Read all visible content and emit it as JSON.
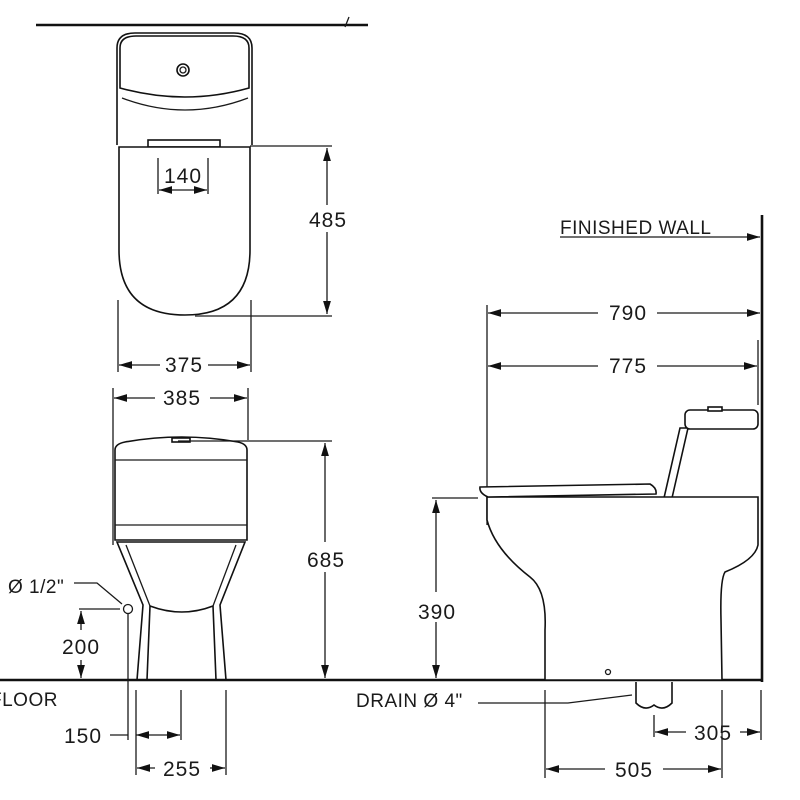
{
  "title": "Toilet dimension drawing",
  "top_view": {
    "seat_hinge_width": "140",
    "seat_depth": "485",
    "width": "375"
  },
  "front_view": {
    "width": "385",
    "height": "685",
    "inlet_label": "Ø 1/2\"",
    "inlet_height": "200",
    "inlet_offset": "150",
    "base_width": "255",
    "floor_label": "FLOOR"
  },
  "side_view": {
    "wall_label": "FINISHED  WALL",
    "overall_depth": "790",
    "body_depth": "775",
    "seat_height": "390",
    "drain_label": "DRAIN Ø 4\"",
    "rough_in": "305",
    "base_depth": "505"
  },
  "colors": {
    "line": "#111111",
    "background": "#ffffff"
  }
}
